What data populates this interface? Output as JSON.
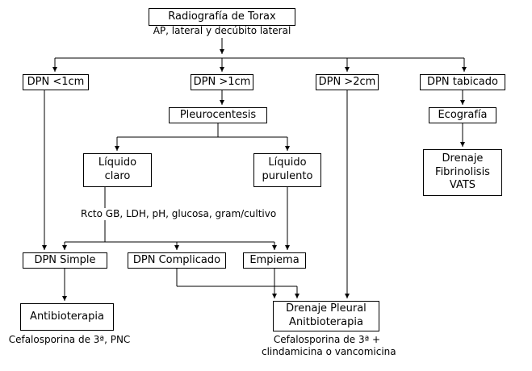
{
  "diagram": {
    "title": "Radiografía de Torax",
    "subtitle": "AP, lateral y decúbito lateral",
    "nodes": {
      "dpn_lt1": "DPN <1cm",
      "dpn_gt1": "DPN >1cm",
      "dpn_gt2": "DPN >2cm",
      "dpn_tabicado": "DPN tabicado",
      "pleurocentesis": "Pleurocentesis",
      "ecografia": "Ecografía",
      "liquido_claro": [
        "Líquido",
        "claro"
      ],
      "liquido_purulento": [
        "Líquido",
        "purulento"
      ],
      "drenaje_vats": [
        "Drenaje",
        "Fibrinolisis",
        "VATS"
      ],
      "dpn_simple": "DPN Simple",
      "dpn_complicado": "DPN Complicado",
      "empiema": "Empiema",
      "antibioterapia": "Antibioterapia",
      "drenaje_pleural": [
        "Drenaje Pleural",
        "Anitbioterapia"
      ]
    },
    "annotations": {
      "lab_tests": "Rcto GB, LDH, pH, glucosa, gram/cultivo",
      "footnote_left": "Cefalosporina de 3ª, PNC",
      "footnote_right": [
        "Cefalosporina de 3ª +",
        "clindamicina o vancomicina"
      ]
    }
  }
}
